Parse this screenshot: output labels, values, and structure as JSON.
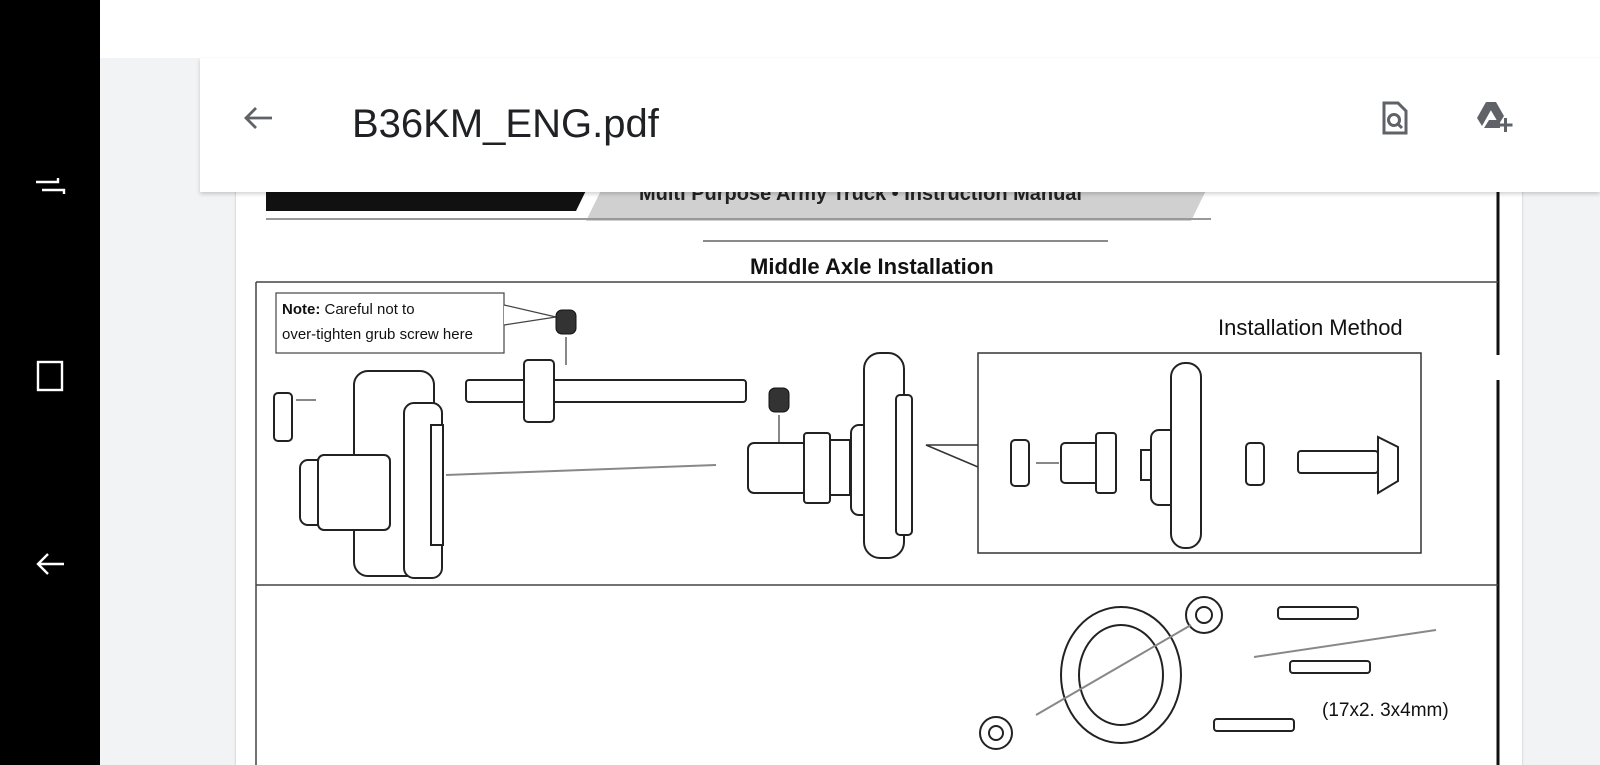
{
  "system_nav": {
    "recents_icon": "recents-icon",
    "overview_icon": "overview-icon",
    "back_icon": "back-icon"
  },
  "toolbar": {
    "title": "B36KM_ENG.pdf",
    "back_icon": "arrow-left-icon",
    "search_icon": "document-search-icon",
    "drive_icon": "add-to-drive-icon"
  },
  "document": {
    "header_text": "Multi Purpose Army Truck • Instruction Manual",
    "section_title": "Middle Axle Installation",
    "note_bold": "Note:",
    "note_line1": " Careful not to",
    "note_line2": "over-tighten grub screw here",
    "method_label": "Installation Method",
    "screw_spec": "(17x2. 3x4mm)"
  },
  "colors": {
    "nav_bar": "#000000",
    "app_background": "#f1f3f4",
    "toolbar": "#ffffff",
    "title_text": "#202124",
    "icon": "#5f6368"
  }
}
